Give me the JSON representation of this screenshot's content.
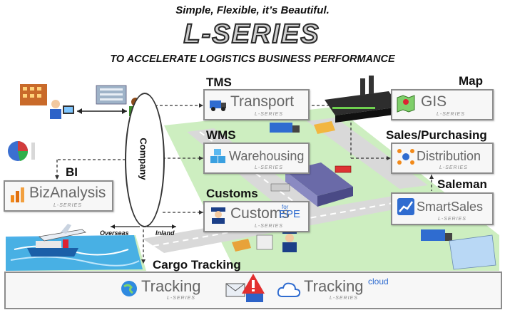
{
  "header": {
    "slogan": "Simple, Flexible, it’s Beautiful.",
    "logo_text": "L-SERIES",
    "tagline": "TO ACCELERATE LOGISTICS BUSINESS PERFORMANCE"
  },
  "labels": {
    "tms": "TMS",
    "map": "Map",
    "wms": "WMS",
    "sales_purchasing": "Sales/Purchasing",
    "bi": "BI",
    "customs": "Customs",
    "saleman": "Saleman",
    "cargo_tracking": "Cargo Tracking",
    "company": "Company",
    "overseas": "Overseas",
    "inland": "Inland"
  },
  "modules": {
    "transport": {
      "name": "Transport",
      "sub": "L-SERIES"
    },
    "gis": {
      "name": "GIS",
      "sub": "L-SERIES"
    },
    "warehousing": {
      "name": "Warehousing",
      "sub": "L-SERIES"
    },
    "distribution": {
      "name": "Distribution",
      "sub": "L-SERIES"
    },
    "bizanalysis": {
      "name": "BizAnalysis",
      "sub": "L-SERIES"
    },
    "customs": {
      "name": "Customs",
      "name_suffix": "EPE",
      "for_text": "for",
      "sub": "L-SERIES"
    },
    "smartsales": {
      "name": "SmartSales",
      "sub": "L-SERIES"
    },
    "tracking": {
      "name": "Tracking",
      "sub": "L-SERIES"
    },
    "tracking_cloud": {
      "name": "Tracking",
      "suffix": "cloud",
      "sub": "L-SERIES"
    }
  },
  "colors": {
    "green_area": "#cdeec0",
    "road": "#d9d9d9",
    "water": "#3aa8e8",
    "module_border": "#8c8c8c",
    "module_text": "#666666"
  }
}
